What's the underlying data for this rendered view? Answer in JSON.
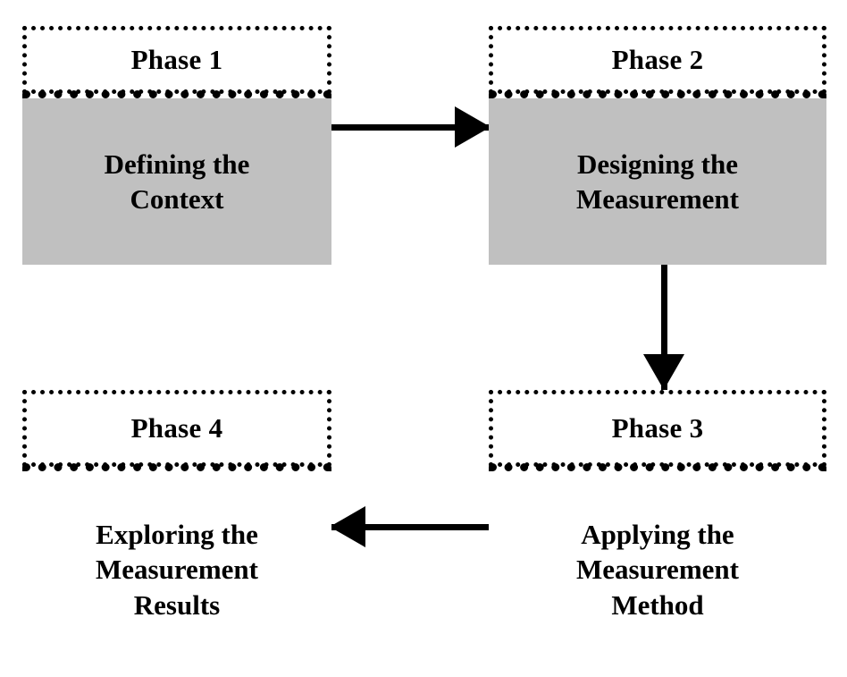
{
  "diagram": {
    "title": "Four-Phase Measurement Process Cycle",
    "background_color": "#ffffff",
    "fill_color_gray": "#c0c0c0",
    "fill_color_white": "#ffffff",
    "line_color": "#000000",
    "phases": [
      {
        "id": "phase-1",
        "header": "Phase 1",
        "body": "Defining the\nContext",
        "fill": "gray"
      },
      {
        "id": "phase-2",
        "header": "Phase 2",
        "body": "Designing the\nMeasurement",
        "fill": "gray"
      },
      {
        "id": "phase-3",
        "header": "Phase 3",
        "body": "Applying the\nMeasurement\nMethod",
        "fill": "white"
      },
      {
        "id": "phase-4",
        "header": "Phase 4",
        "body": "Exploring the\nMeasurement\nResults",
        "fill": "white"
      }
    ],
    "connectors": [
      {
        "id": "conn-p1-p2",
        "from": "phase-1",
        "to": "phase-2",
        "direction": "right"
      },
      {
        "id": "conn-p2-p3",
        "from": "phase-2",
        "to": "phase-3",
        "direction": "down"
      },
      {
        "id": "conn-p3-p4",
        "from": "phase-3",
        "to": "phase-4",
        "direction": "left"
      }
    ]
  }
}
